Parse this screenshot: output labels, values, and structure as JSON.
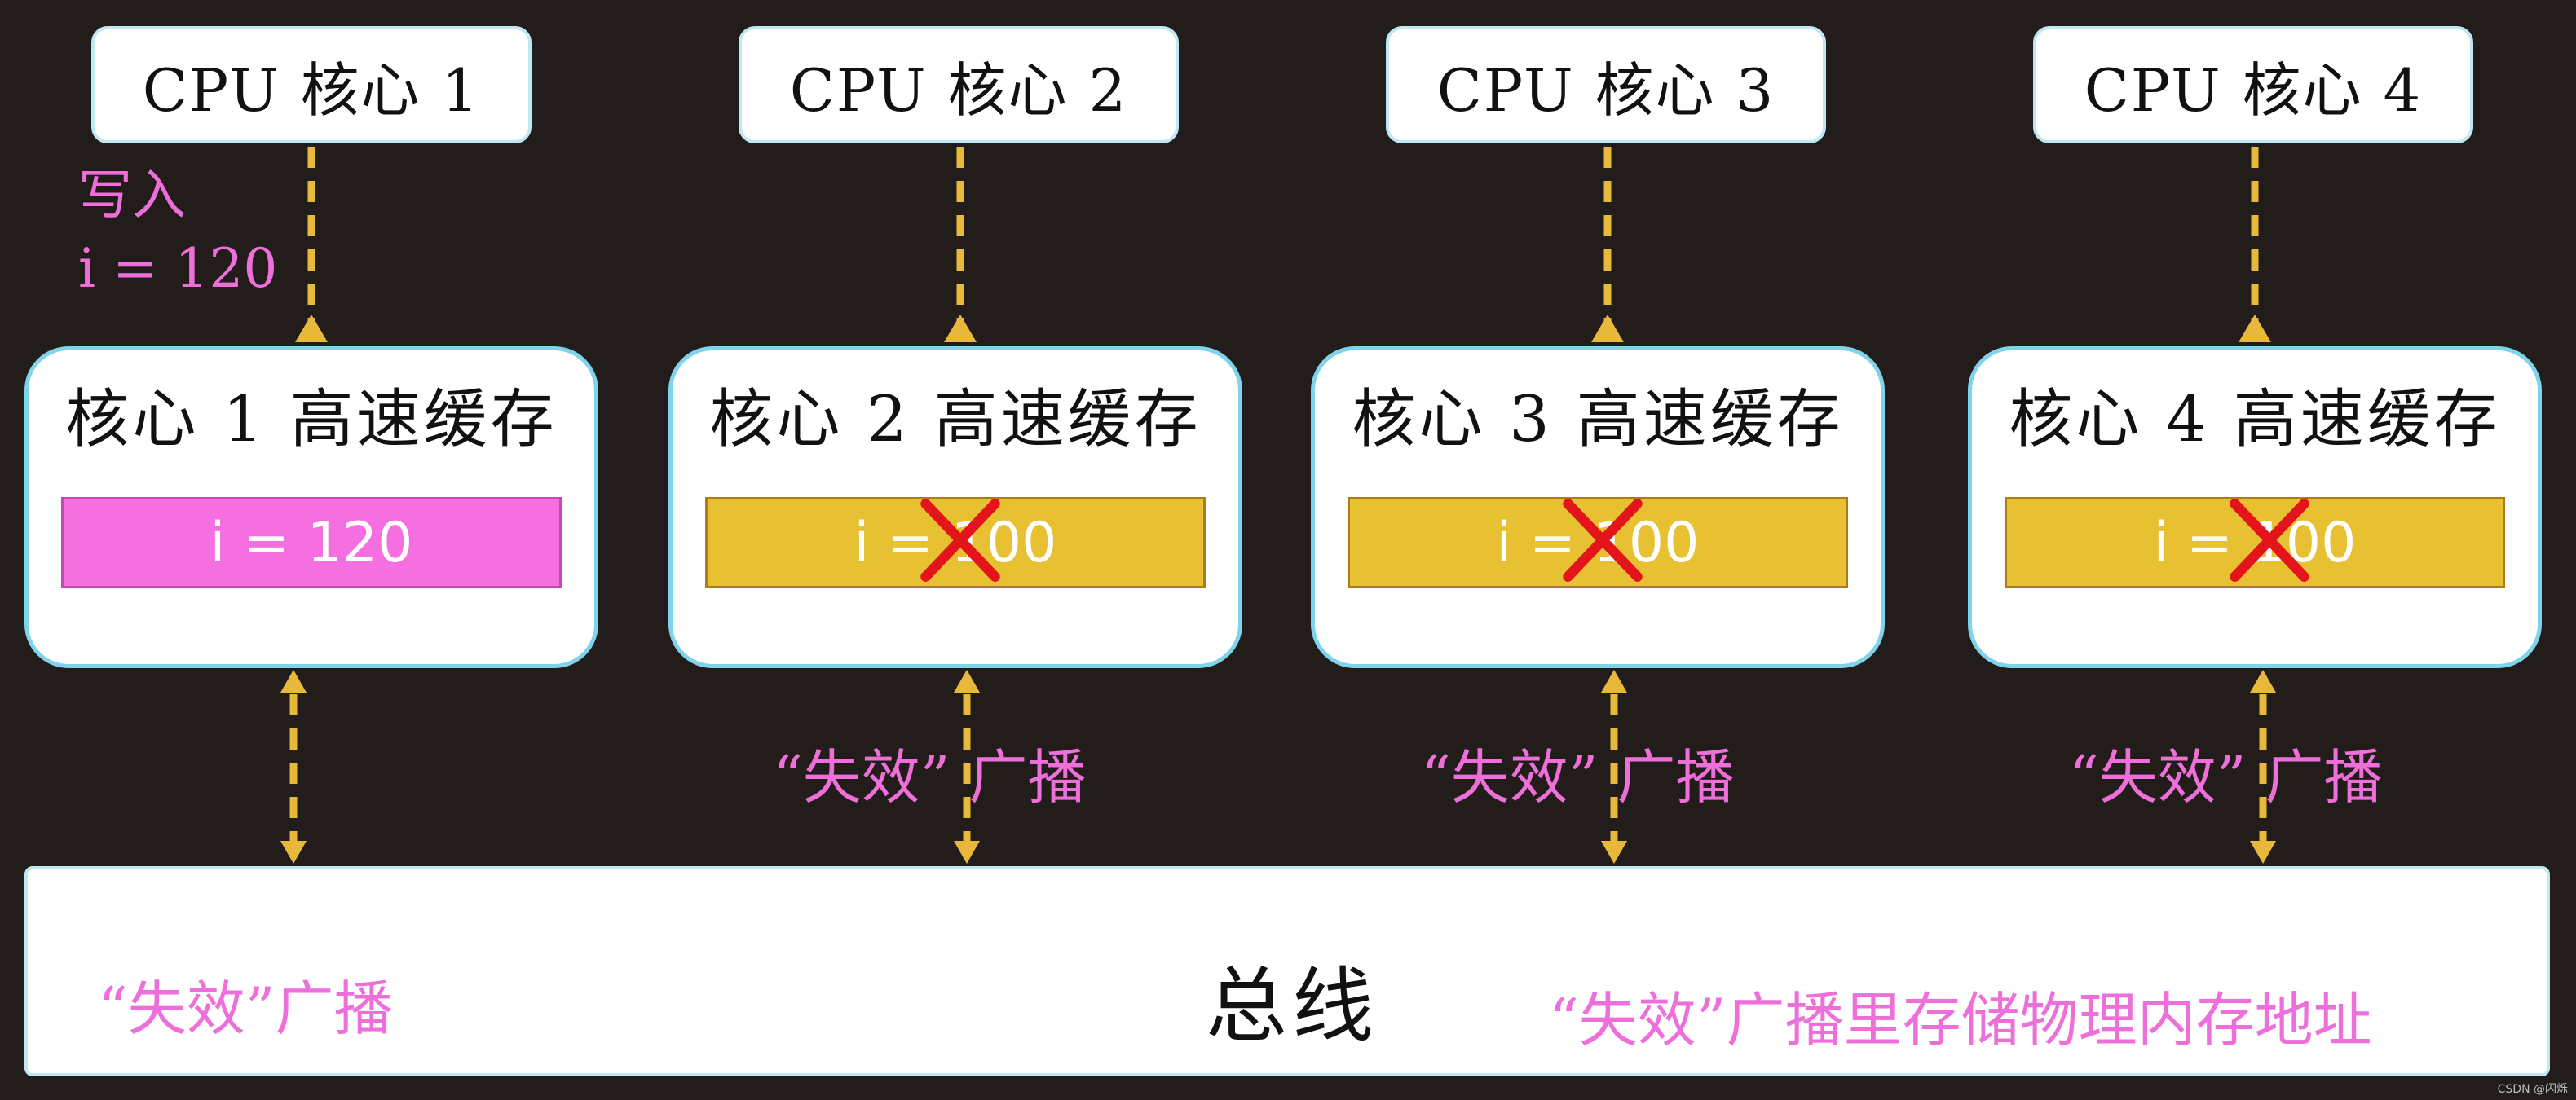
{
  "cores": [
    {
      "cpu_label": "CPU 核心 1",
      "cache_title": "核心 1 高速缓存",
      "value": "i = 120",
      "state": "modified",
      "crossed": false,
      "broadcast": ""
    },
    {
      "cpu_label": "CPU 核心 2",
      "cache_title": "核心 2 高速缓存",
      "value": "i = 100",
      "state": "invalid",
      "crossed": true,
      "broadcast": "“失效” 广播"
    },
    {
      "cpu_label": "CPU 核心 3",
      "cache_title": "核心 3 高速缓存",
      "value": "i = 100",
      "state": "invalid",
      "crossed": true,
      "broadcast": "“失效” 广播"
    },
    {
      "cpu_label": "CPU 核心 4",
      "cache_title": "核心 4 高速缓存",
      "value": "i = 100",
      "state": "invalid",
      "crossed": true,
      "broadcast": "“失效” 广播"
    }
  ],
  "write_note": {
    "line1": "写入",
    "line2": "i = 120"
  },
  "bus": {
    "title": "总线",
    "left_note": "“失效”广播",
    "right_note": "“失效”广播里存储物理内存地址"
  },
  "watermark": "CSDN @闪烁",
  "colors": {
    "background": "#221d1a",
    "modified": "#f66fe1",
    "invalid": "#e7c131",
    "arrow": "#e8b83a",
    "annotation": "#ee6fd9",
    "cross": "#e4141b"
  }
}
